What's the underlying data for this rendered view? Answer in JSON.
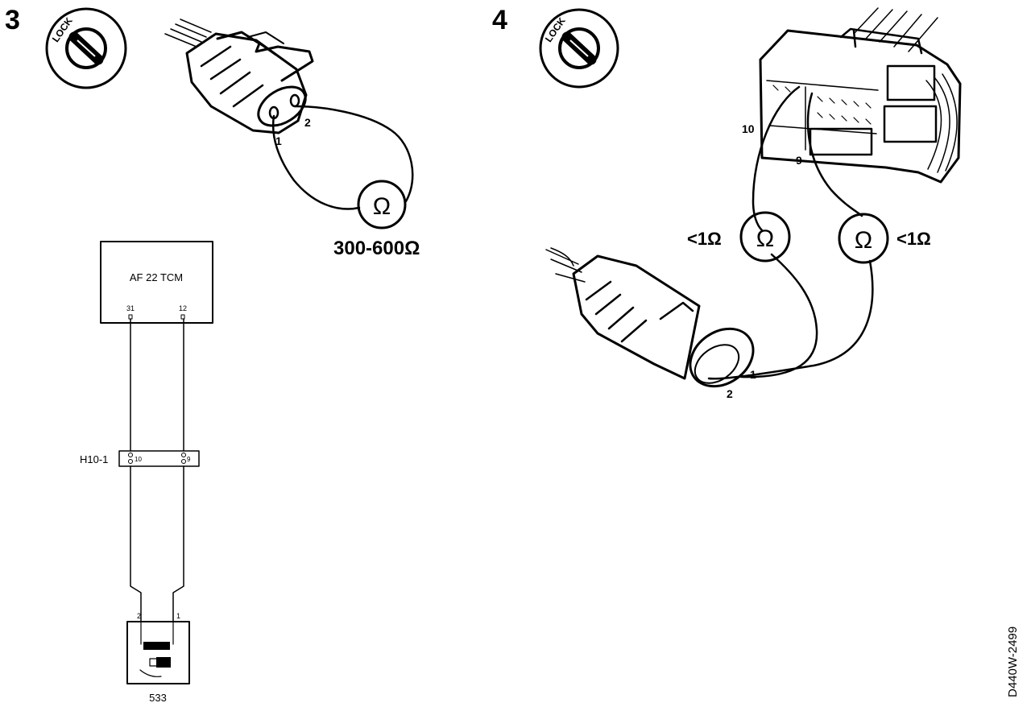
{
  "figure_id": "D440W-2499",
  "step3": {
    "number": "3",
    "lock_text": "LOCK",
    "pin1": "1",
    "pin2": "2",
    "meter_symbol": "Ω",
    "resistance": "300-600Ω"
  },
  "step4": {
    "number": "4",
    "lock_text": "LOCK",
    "pin10": "10",
    "pin9": "9",
    "pin1": "1",
    "pin2": "2",
    "meter_symbol": "Ω",
    "reading_left": "<1Ω",
    "reading_right": "<1Ω"
  },
  "wiring": {
    "module_name": "AF 22 TCM",
    "module_pin_left": "31",
    "module_pin_right": "12",
    "connector_name": "H10-1",
    "connector_pin_left": "10",
    "connector_pin_right": "9",
    "sensor_pin_left": "2",
    "sensor_pin_right": "1",
    "sensor_name": "533"
  }
}
